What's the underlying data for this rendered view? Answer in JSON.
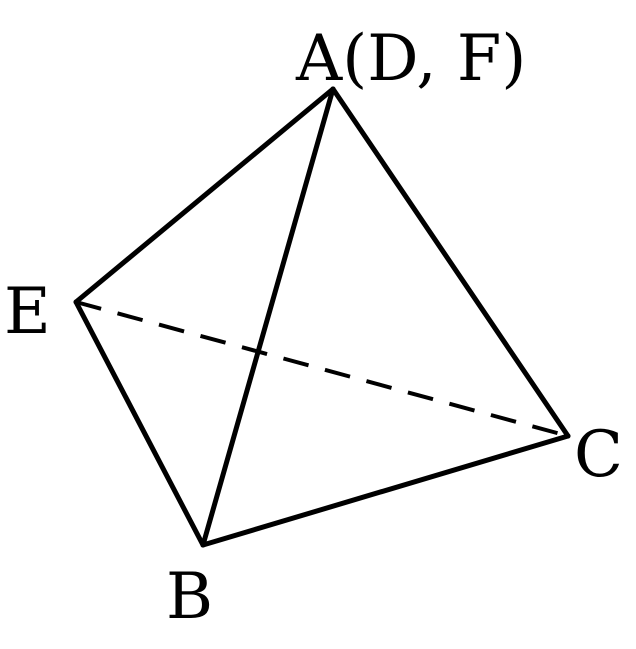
{
  "figure": {
    "labels": {
      "A": "A(D, F)",
      "B": "B",
      "C": "C",
      "E": "E"
    }
  }
}
